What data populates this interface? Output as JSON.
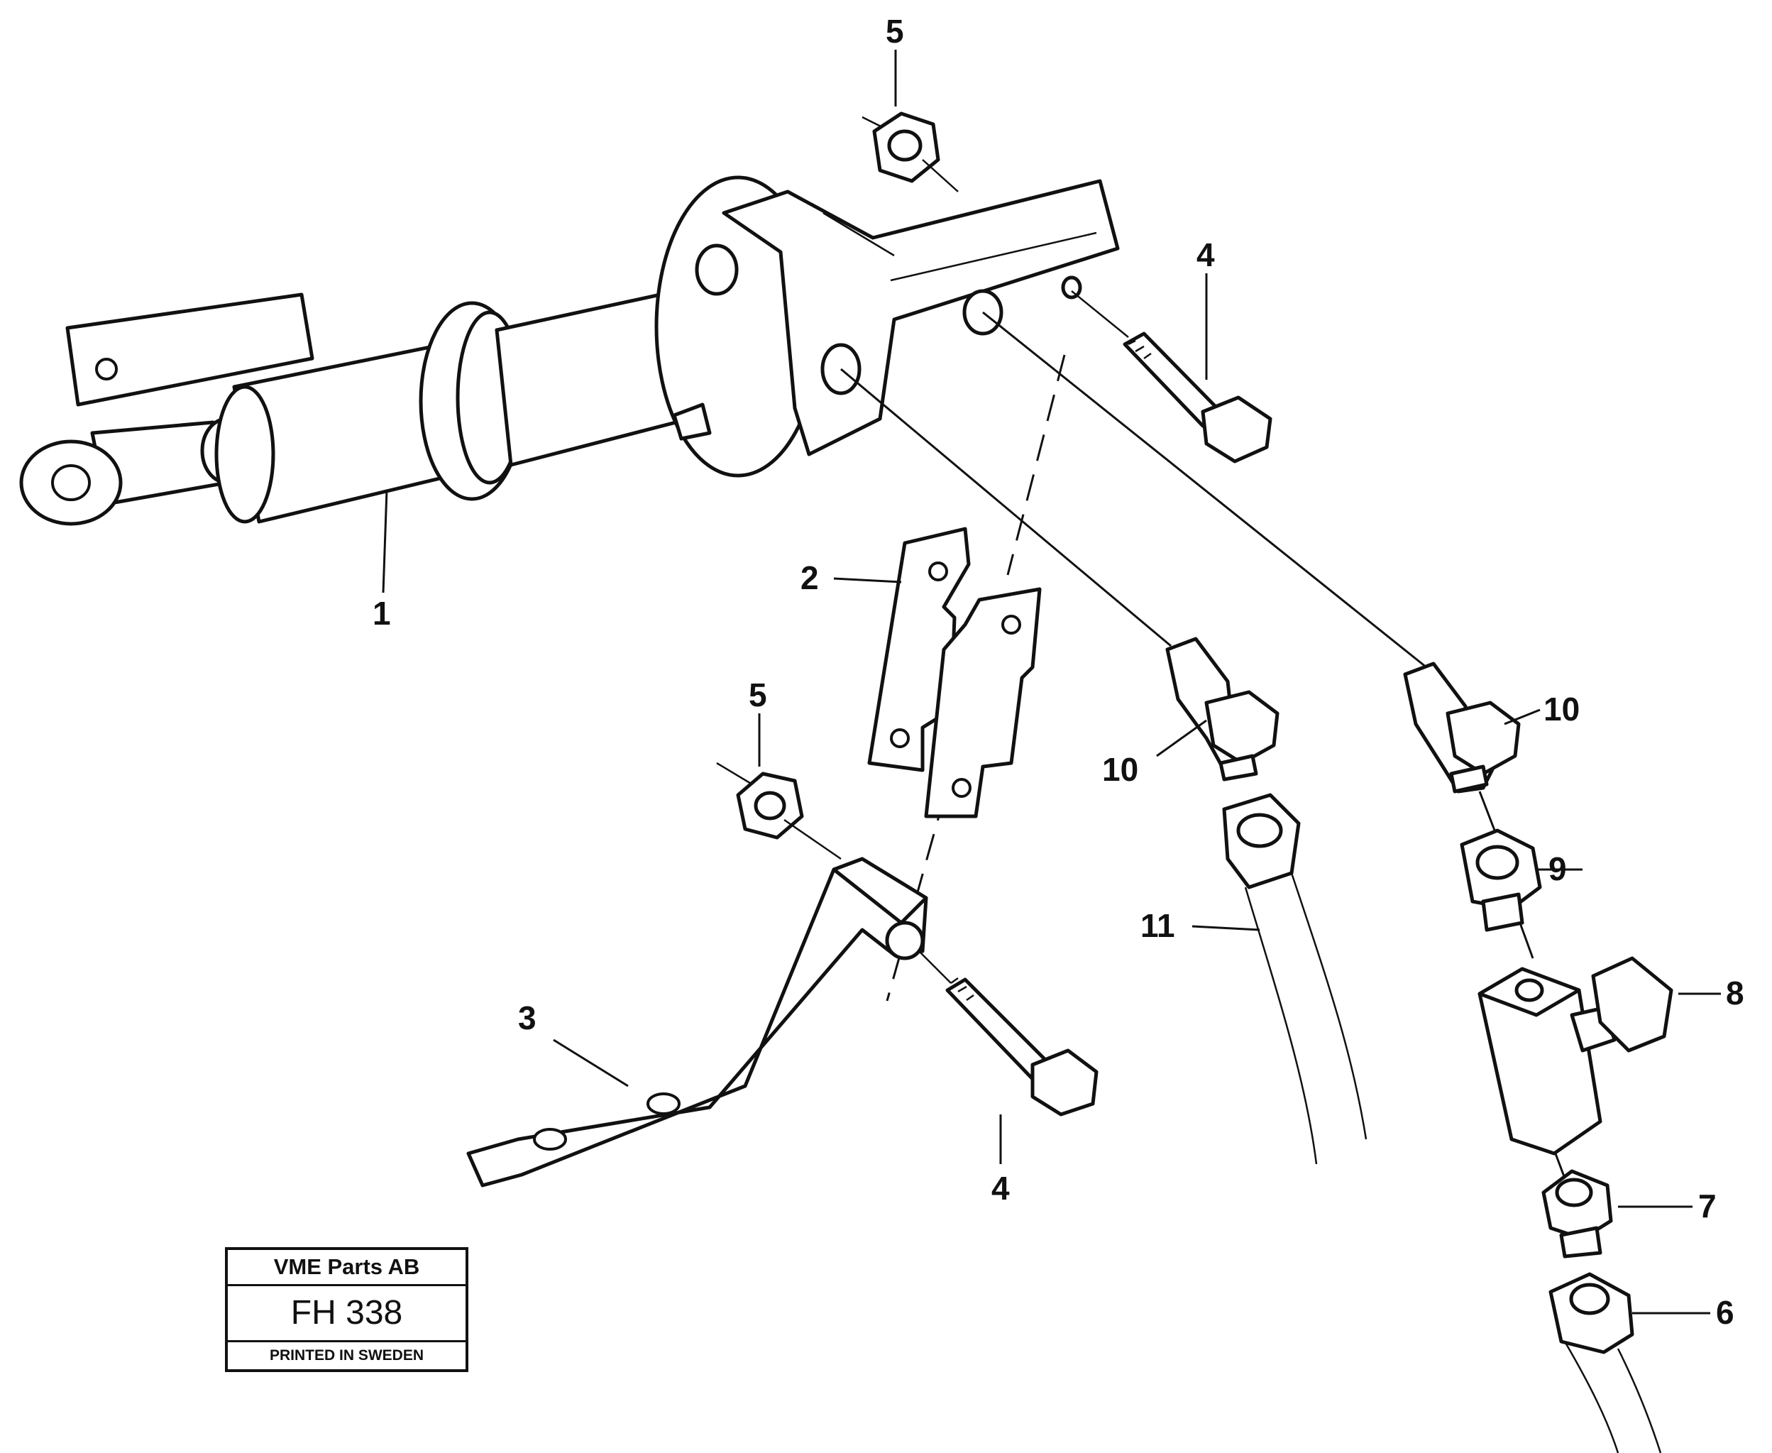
{
  "callouts": {
    "c1": "1",
    "c2": "2",
    "c3": "3",
    "c4a": "4",
    "c4b": "4",
    "c5a": "5",
    "c5b": "5",
    "c6": "6",
    "c7": "7",
    "c8": "8",
    "c9": "9",
    "c10a": "10",
    "c10b": "10",
    "c11": "11"
  },
  "stamp": {
    "company": "VME Parts AB",
    "code": "FH 338",
    "printed": "PRINTED IN SWEDEN"
  }
}
